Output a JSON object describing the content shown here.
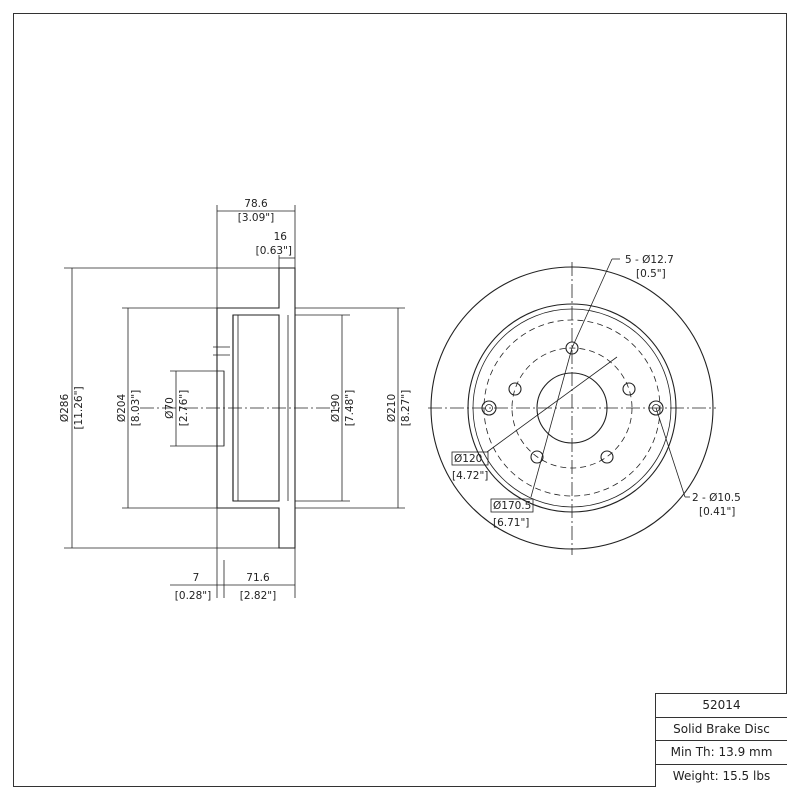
{
  "side_view": {
    "overall_width": {
      "mm": "78.6",
      "in": "[3.09\"]"
    },
    "hat_thickness": {
      "mm": "16",
      "in": "[0.63\"]"
    },
    "outer_diameter": {
      "mm": "Ø286",
      "in": "[11.26\"]"
    },
    "hat_diameter": {
      "mm": "Ø204",
      "in": "[8.03\"]"
    },
    "center_bore": {
      "mm": "Ø70",
      "in": "[2.76\"]"
    },
    "inner_diameter": {
      "mm": "Ø190",
      "in": "[7.48\"]"
    },
    "face_diameter": {
      "mm": "Ø210",
      "in": "[8.27\"]"
    },
    "offset": {
      "mm": "7",
      "in": "[0.28\"]"
    },
    "hat_height": {
      "mm": "71.6",
      "in": "[2.82\"]"
    }
  },
  "front_view": {
    "lug_holes": {
      "mm": "5 - Ø12.7",
      "in": "[0.5\"]"
    },
    "bolt_circle": {
      "mm": "Ø120",
      "in": "[4.72\"]"
    },
    "pcd": {
      "mm": "Ø170.5",
      "in": "[6.71\"]"
    },
    "locating_holes": {
      "mm": "2 - Ø10.5",
      "in": "[0.41\"]"
    }
  },
  "title_block": {
    "part_number": "52014",
    "description": "Solid Brake Disc",
    "min_thickness": "Min Th: 13.9 mm",
    "weight": "Weight: 15.5 lbs"
  }
}
